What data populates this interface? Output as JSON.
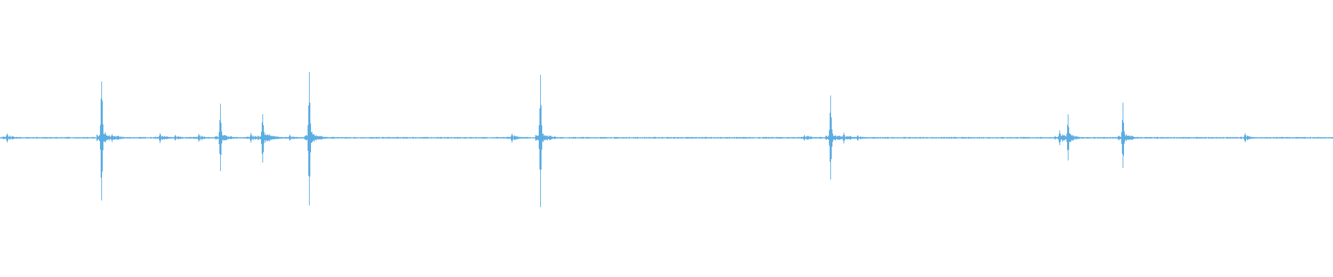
{
  "waveform": {
    "color": "#5dade2",
    "background": "#ffffff",
    "transients": [
      {
        "t": 0.005,
        "peak": 0.05,
        "trail": 0.03
      },
      {
        "t": 0.076,
        "peak": 0.65,
        "trail": 0.08
      },
      {
        "t": 0.084,
        "peak": 0.04,
        "trail": 0.04
      },
      {
        "t": 0.12,
        "peak": 0.05,
        "trail": 0.03
      },
      {
        "t": 0.131,
        "peak": 0.03,
        "trail": 0.02
      },
      {
        "t": 0.149,
        "peak": 0.04,
        "trail": 0.03
      },
      {
        "t": 0.165,
        "peak": 0.32,
        "trail": 0.05
      },
      {
        "t": 0.188,
        "peak": 0.05,
        "trail": 0.03
      },
      {
        "t": 0.197,
        "peak": 0.27,
        "trail": 0.06
      },
      {
        "t": 0.202,
        "peak": 0.04,
        "trail": 0.03
      },
      {
        "t": 0.217,
        "peak": 0.03,
        "trail": 0.02
      },
      {
        "t": 0.232,
        "peak": 0.69,
        "trail": 0.08
      },
      {
        "t": 0.384,
        "peak": 0.05,
        "trail": 0.03
      },
      {
        "t": 0.405,
        "peak": 0.62,
        "trail": 0.07
      },
      {
        "t": 0.529,
        "peak": 0.01,
        "trail": 0.01
      },
      {
        "t": 0.603,
        "peak": 0.03,
        "trail": 0.03
      },
      {
        "t": 0.623,
        "peak": 0.42,
        "trail": 0.06
      },
      {
        "t": 0.633,
        "peak": 0.05,
        "trail": 0.04
      },
      {
        "t": 0.643,
        "peak": 0.03,
        "trail": 0.02
      },
      {
        "t": 0.795,
        "peak": 0.08,
        "trail": 0.05
      },
      {
        "t": 0.801,
        "peak": 0.22,
        "trail": 0.05
      },
      {
        "t": 0.842,
        "peak": 0.31,
        "trail": 0.06
      },
      {
        "t": 0.934,
        "peak": 0.05,
        "trail": 0.03
      }
    ]
  }
}
